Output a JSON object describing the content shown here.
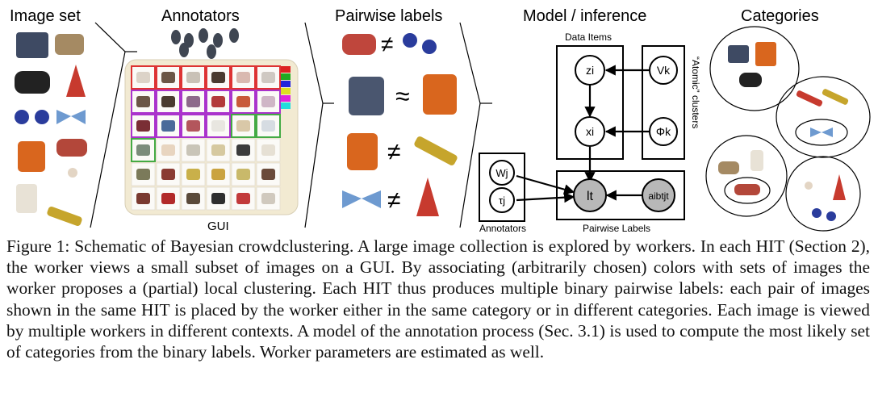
{
  "panels": {
    "image_set": "Image set",
    "annotators": "Annotators",
    "pairwise_labels": "Pairwise labels",
    "model": "Model / inference",
    "categories": "Categories"
  },
  "gui_label": "GUI",
  "pairwise_symbols": [
    "≠",
    "≈",
    "≠",
    "≠"
  ],
  "graph": {
    "data_items_label": "Data Items",
    "atomic_clusters_label": "“Atomic” clusters",
    "annotators_label": "Annotators",
    "pairwise_labels_label": "Pairwise Labels",
    "nodes": {
      "z": "zi",
      "x": "xi",
      "V": "Vk",
      "Phi": "Φk",
      "W": "Wj",
      "tau": "τj",
      "l": "lt",
      "ab": "aibtjt"
    }
  },
  "caption": {
    "label": "Figure 1:",
    "text": "Schematic of Bayesian crowdclustering. A large image collection is explored by workers. In each HIT (Section 2), the worker views a small subset of images on a GUI. By associating (arbitrarily chosen) colors with sets of images the worker proposes a (partial) local clustering. Each HIT thus produces multiple binary pairwise labels: each pair of images shown in the same HIT is placed by the worker either in the same category or in different categories. Each image is viewed by multiple workers in different contexts. A model of the annotation process (Sec. 3.1) is used to compute the most likely set of categories from the binary labels. Worker parameters are estimated as well."
  }
}
